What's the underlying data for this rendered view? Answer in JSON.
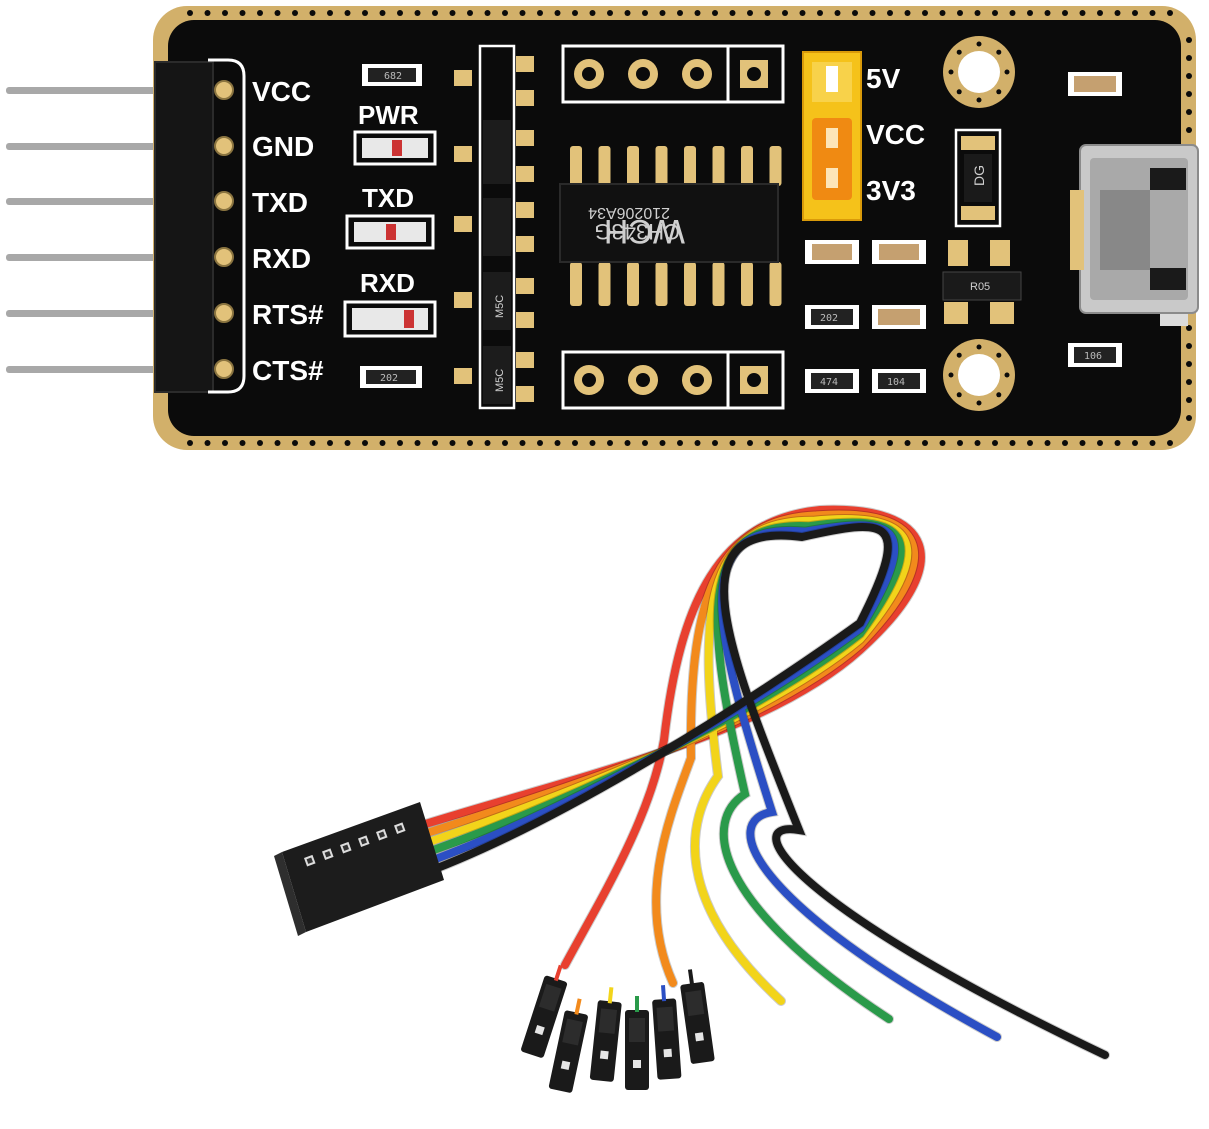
{
  "board": {
    "pin_labels": [
      "VCC",
      "GND",
      "TXD",
      "RXD",
      "RTS#",
      "CTS#"
    ],
    "led_labels": [
      "PWR",
      "TXD",
      "RXD"
    ],
    "jumper_labels": [
      "5V",
      "VCC",
      "3V3"
    ],
    "chip": {
      "line1": "WCH",
      "line2": "CH343G",
      "line3": "210206A34"
    },
    "resistor_codes": [
      "682",
      "202",
      "202",
      "474",
      "104",
      "106"
    ],
    "transistor_codes": [
      "M5C",
      "M5C"
    ],
    "diode_code": "DG",
    "regulator_code": "R05"
  },
  "cable": {
    "wire_colors": [
      "#e8402f",
      "#f28a1c",
      "#f2d41a",
      "#2a9a4a",
      "#2b4fc4",
      "#1a1a1a"
    ]
  },
  "colors": {
    "pcb": "#0b0b0b",
    "pcb_edge": "#d2b06a",
    "gold": "#e2c27a",
    "silkscreen": "#ffffff",
    "jumper_header": "#f5c21a",
    "jumper_cap": "#f08a12",
    "usb_metal": "#c9c9c9"
  }
}
